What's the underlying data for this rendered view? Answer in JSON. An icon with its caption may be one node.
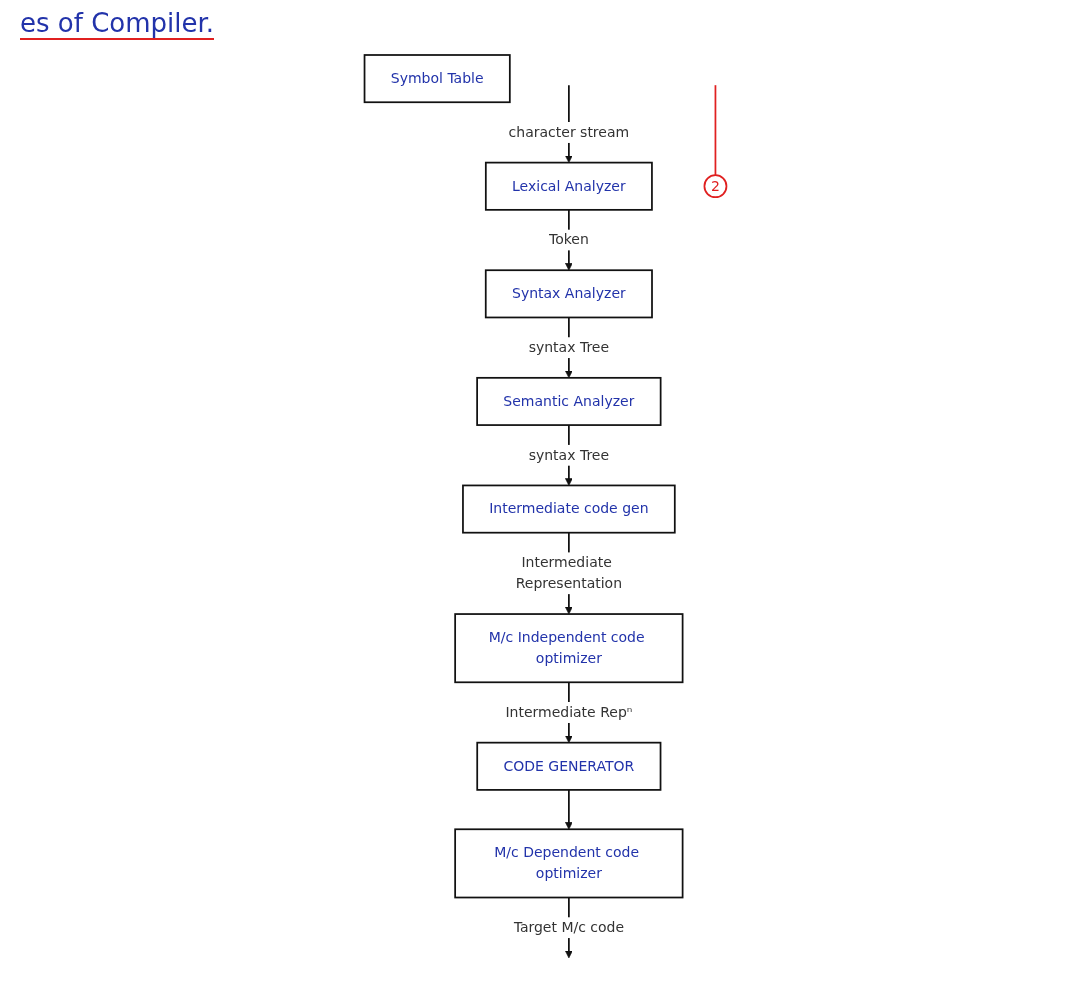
{
  "diagram": {
    "title": "es of Compiler.",
    "nodes": [
      {
        "text": [
          "Symbol Table"
        ]
      },
      {
        "text": [
          "Lexical Analyzer"
        ]
      },
      {
        "text": [
          "Syntax Analyzer"
        ]
      },
      {
        "text": [
          "Semantic Analyzer"
        ]
      },
      {
        "text": [
          "Intermediate code gen"
        ]
      },
      {
        "text": [
          "M/c Independent code optimizer"
        ]
      },
      {
        "text": [
          "CODE GENERATOR"
        ]
      },
      {
        "text": [
          "M/c Dependent code optimizer"
        ]
      },
      {
        "text": [
          "2"
        ]
      }
    ],
    "edges": [
      {
        "from": null,
        "to": 1,
        "arrow": "to",
        "label": "character stream"
      },
      {
        "from": 1,
        "to": 2,
        "arrow": "to",
        "label": "Token"
      },
      {
        "from": 2,
        "to": 3,
        "arrow": "to",
        "label": "syntax Tree"
      },
      {
        "from": 3,
        "to": 4,
        "arrow": "to",
        "label": "syntax Tree"
      },
      {
        "from": 4,
        "to": 5,
        "arrow": "to",
        "label": "Intermediate Representation"
      },
      {
        "from": 5,
        "to": 6,
        "arrow": "to",
        "label": "Intermediate Repⁿ"
      },
      {
        "from": 6,
        "to": 7,
        "arrow": "to"
      },
      {
        "from": 7,
        "to": null,
        "arrow": "to",
        "label": "Target M/c code"
      },
      {
        "from": null,
        "to": 8,
        "arrow": "none",
        "color": "#e02020"
      }
    ]
  }
}
